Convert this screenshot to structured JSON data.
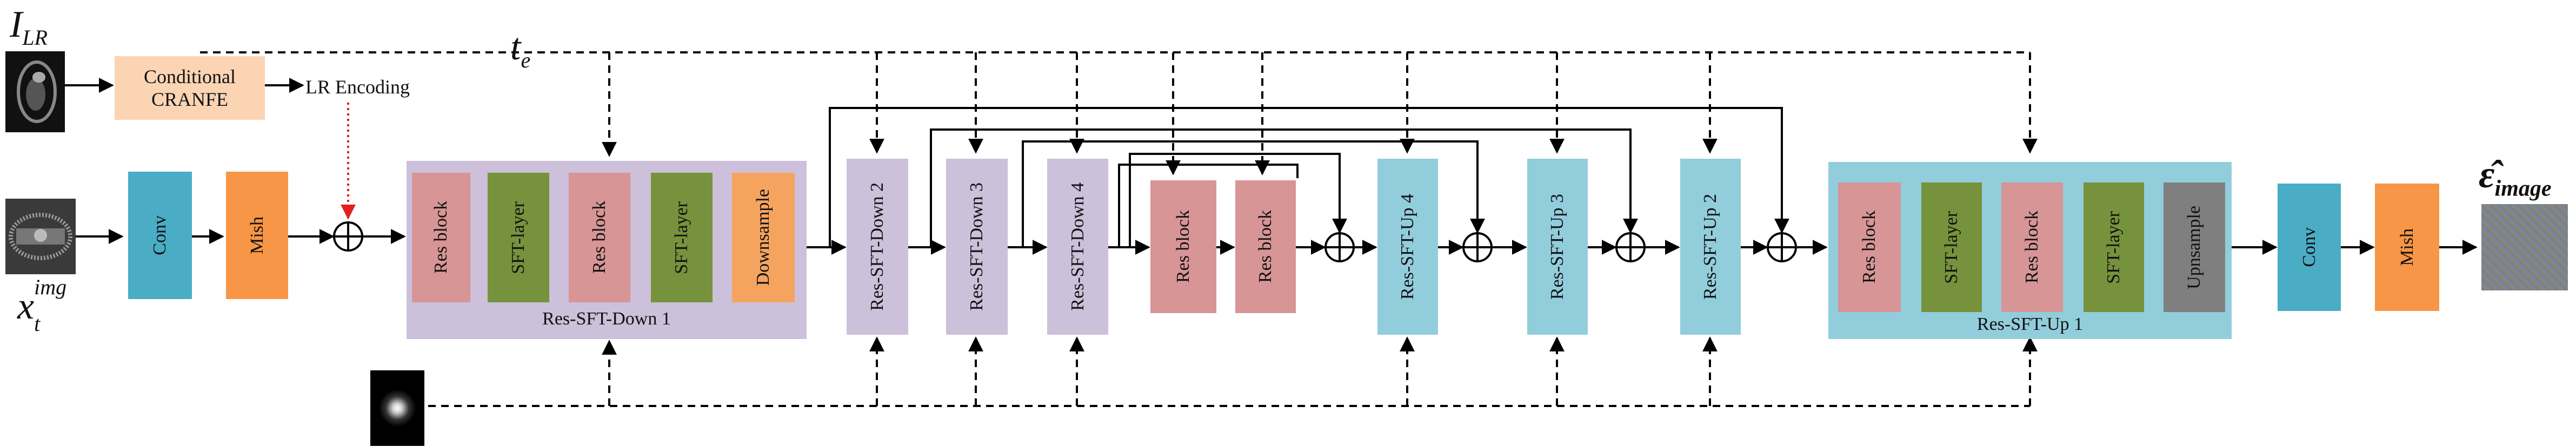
{
  "inputs": {
    "i_lr_main": "I",
    "i_lr_sub": "LR",
    "t_e_main": "t",
    "t_e_sub": "e",
    "x_main": "x",
    "x_sub": "t",
    "x_sup": "img",
    "eps_main": "ε̂",
    "eps_sub": "image"
  },
  "cranfe": {
    "line1": "Conditional",
    "line2": "CRANFE"
  },
  "lr_encoding": "LR Encoding",
  "blocks": {
    "conv": "Conv",
    "mish": "Mish",
    "res_block": "Res block",
    "sft_layer": "SFT-layer",
    "downsample": "Downsample",
    "upsample": "Upnsample",
    "down1": "Res-SFT-Down 1",
    "down2": "Res-SFT-Down 2",
    "down3": "Res-SFT-Down 3",
    "down4": "Res-SFT-Down 4",
    "up4": "Res-SFT-Up 4",
    "up3": "Res-SFT-Up 3",
    "up2": "Res-SFT-Up 2",
    "up1": "Res-SFT-Up 1"
  },
  "colors": {
    "res_block": "#d79596",
    "sft_layer": "#77923c",
    "downsample": "#f5a45f",
    "upsample": "#7f7f7f",
    "conv": "#4bacc6",
    "mish": "#f79646",
    "down_group": "#ccc0da",
    "up_group": "#92cddc",
    "cranfe": "#fbd4b4",
    "lr_arrow": "#e02020"
  }
}
